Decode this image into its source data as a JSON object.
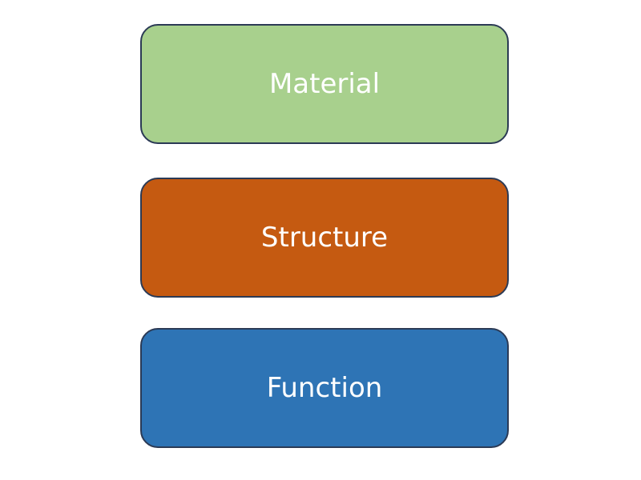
{
  "diagram": {
    "boxes": [
      {
        "label": "Material",
        "color": "#a8d08d"
      },
      {
        "label": "Structure",
        "color": "#c55a11"
      },
      {
        "label": "Function",
        "color": "#2e74b5"
      }
    ],
    "border_color": "#2b3a55",
    "text_color": "#ffffff"
  }
}
